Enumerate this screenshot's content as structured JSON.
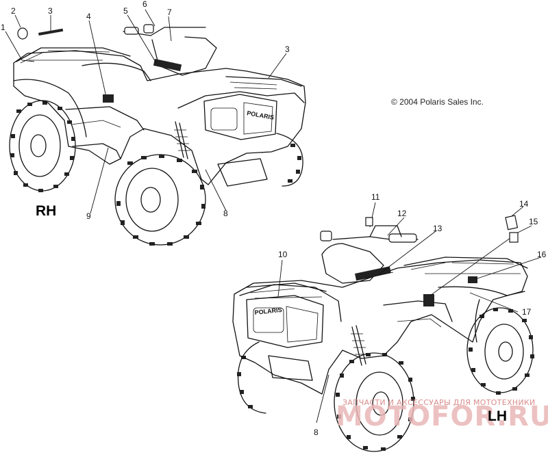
{
  "copyright": "© 2004 Polaris Sales Inc.",
  "views": {
    "right": {
      "label": "RH"
    },
    "left": {
      "label": "LH"
    }
  },
  "callouts": [
    {
      "id": "c1",
      "text": "1"
    },
    {
      "id": "c2",
      "text": "2"
    },
    {
      "id": "c3a",
      "text": "3"
    },
    {
      "id": "c4",
      "text": "4"
    },
    {
      "id": "c5",
      "text": "5"
    },
    {
      "id": "c6",
      "text": "6"
    },
    {
      "id": "c7",
      "text": "7"
    },
    {
      "id": "c3b",
      "text": "3"
    },
    {
      "id": "c9",
      "text": "9"
    },
    {
      "id": "c8a",
      "text": "8"
    },
    {
      "id": "c11",
      "text": "11"
    },
    {
      "id": "c12",
      "text": "12"
    },
    {
      "id": "c13",
      "text": "13"
    },
    {
      "id": "c14",
      "text": "14"
    },
    {
      "id": "c15",
      "text": "15"
    },
    {
      "id": "c10",
      "text": "10"
    },
    {
      "id": "c16",
      "text": "16"
    },
    {
      "id": "c17",
      "text": "17"
    },
    {
      "id": "c8b",
      "text": "8"
    }
  ],
  "hood_badge": "POLARIS",
  "watermark": {
    "text": "ЗАПЧАСТИ И АКСЕССУАРЫ ДЛЯ МОТОТЕХНИКИ",
    "logo": "MOTOFOR.RU"
  }
}
